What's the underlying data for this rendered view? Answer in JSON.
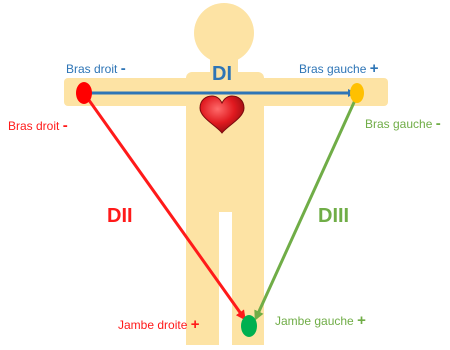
{
  "leads": {
    "d1": {
      "name": "DI",
      "color": "#2e75b6"
    },
    "d2": {
      "name": "DII",
      "color": "#ff1a1a"
    },
    "d3": {
      "name": "DIII",
      "color": "#70ad47"
    }
  },
  "labels": {
    "top_right_arm": {
      "text": "Bras droit",
      "sign": "-",
      "color": "#2e75b6"
    },
    "top_left_arm": {
      "text": "Bras gauche",
      "sign": "+",
      "color": "#2e75b6"
    },
    "side_right_arm": {
      "text": "Bras droit",
      "sign": "-",
      "color": "#ff1a1a"
    },
    "side_left_arm": {
      "text": "Bras gauche",
      "sign": "-",
      "color": "#70ad47"
    },
    "right_leg": {
      "text": "Jambe droite",
      "sign": "+",
      "color": "#ff1a1a"
    },
    "left_leg": {
      "text": "Jambe gauche",
      "sign": "+",
      "color": "#70ad47"
    }
  },
  "electrodes": {
    "right_arm": {
      "color": "#ff0000"
    },
    "left_arm": {
      "color": "#ffc000"
    },
    "left_leg": {
      "color": "#00b050"
    }
  },
  "body_color": "#fde3a4",
  "heart_color": "#e0191f"
}
